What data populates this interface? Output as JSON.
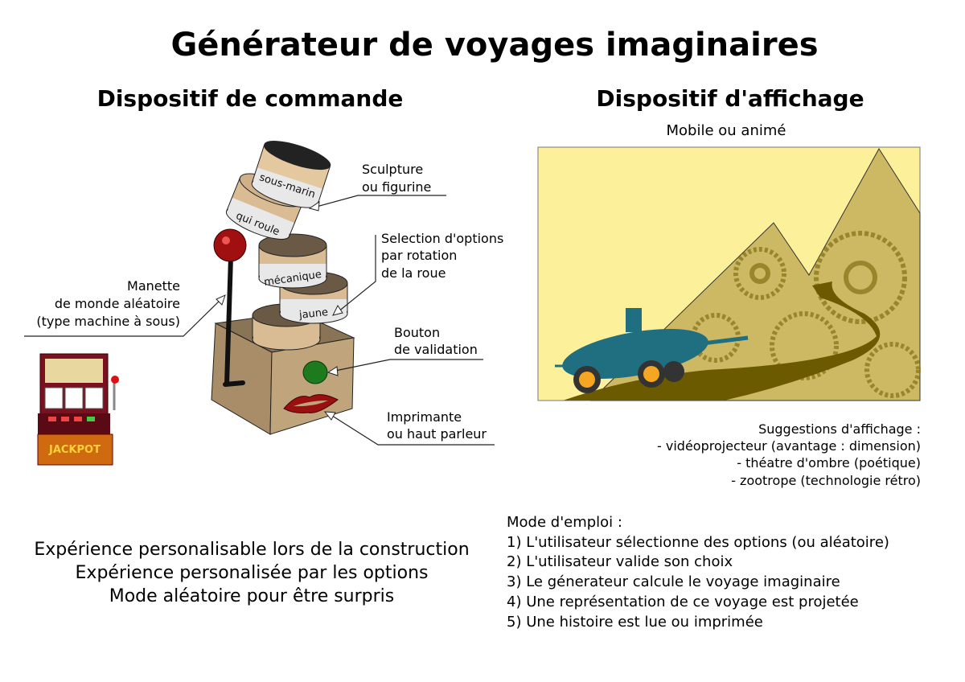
{
  "title": "Générateur de voyages imaginaires",
  "left": {
    "heading": "Dispositif de commande",
    "wheels": [
      "sous-marin",
      "qui roule",
      "mécanique",
      "jaune"
    ],
    "labels": {
      "sculpture": [
        "Sculpture",
        "ou figurine"
      ],
      "selection": [
        "Selection d'options",
        "par rotation",
        "de la roue"
      ],
      "bouton": [
        "Bouton",
        "de validation"
      ],
      "imprimante": [
        "Imprimante",
        "ou haut parleur"
      ],
      "manette": [
        "Manette",
        "de monde aléatoire",
        "(type machine à sous)"
      ]
    },
    "slot_machine_text": "JACKPOT",
    "notes": [
      "Expérience personalisable lors de la construction",
      "Expérience personalisée par les options",
      "Mode aléatoire pour être surpris"
    ]
  },
  "right": {
    "heading": "Dispositif d'affichage",
    "subheading": "Mobile ou animé",
    "suggestions": [
      "Suggestions d'affichage :",
      "- vidéoprojecteur (avantage : dimension)",
      "- théatre d'ombre (poétique)",
      "- zootrope (technologie rétro)"
    ],
    "mode_emploi": [
      "Mode d'emploi :",
      "1) L'utilisateur sélectionne des options (ou aléatoire)",
      "2) L'utilisateur valide son choix",
      "3) Le génerateur calcule le voyage imaginaire",
      "4) Une représentation de ce voyage est projetée",
      "5) Une histoire est lue ou imprimée"
    ]
  },
  "colors": {
    "cardboard": "#b89b72",
    "display_bg": "#fdf09a",
    "road": "#6b5a00",
    "submarine": "#1f6f80"
  }
}
